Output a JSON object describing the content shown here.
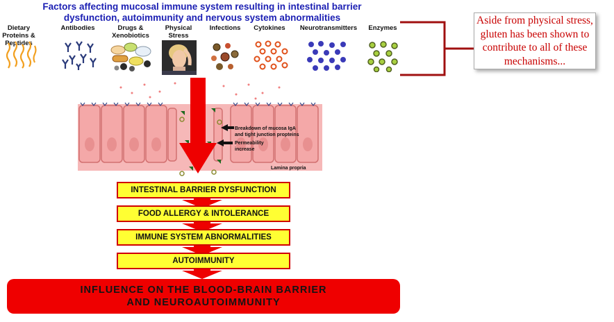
{
  "header": {
    "title_line1": "Factors affecting mucosal immune system resulting in intestinal barrier",
    "title_line2": "dysfunction, autoimmunity and nervous system abnormalities"
  },
  "factors": [
    {
      "label": "Dietary Proteins & Peptides",
      "icon": "peptide-chains-icon"
    },
    {
      "label": "Antibodies",
      "icon": "antibodies-icon"
    },
    {
      "label": "Drugs & Xenobiotics",
      "icon": "pills-icon"
    },
    {
      "label": "Physical Stress",
      "icon": "stressed-woman-photo"
    },
    {
      "label": "Infections",
      "icon": "microbes-icon"
    },
    {
      "label": "Cytokines",
      "icon": "cytokines-icon"
    },
    {
      "label": "Neurotransmitters",
      "icon": "neurotransmitters-icon"
    },
    {
      "label": "Enzymes",
      "icon": "enzymes-icon"
    }
  ],
  "note": {
    "text": "Aside from physical stress, gluten has been shown to contribute to all of these mechanisms...",
    "color": "#c80000"
  },
  "illustration": {
    "annotation1": "Breakdown of mucosa IgA and tight junction propteins",
    "annotation2": "Permeability increase",
    "lamina": "Lamina propria"
  },
  "outcomes": [
    "INTESTINAL BARRIER DYSFUNCTION",
    "FOOD ALLERGY & INTOLERANCE",
    "IMMUNE SYSTEM ABNORMALITIES",
    "AUTOIMMUNITY"
  ],
  "final": {
    "line1": "INFLUENCE ON THE BLOOD-BRAIN BARRIER",
    "line2": "AND NEUROAUTOIMMUNITY"
  },
  "colors": {
    "title": "#1b1fb3",
    "arrow": "#ee0000",
    "outcome_fill": "#ffff33",
    "outcome_border": "#d00000",
    "final_fill": "#ef0000",
    "tissue": "#f4a8a8"
  }
}
